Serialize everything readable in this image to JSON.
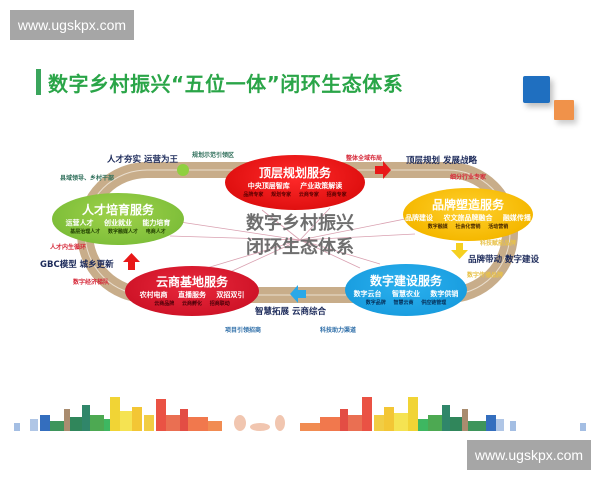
{
  "watermark": {
    "top": "www.ugskpx.com",
    "bottom": "www.ugskpx.com"
  },
  "title": "数字乡村振兴“五位一体”闭环生态体系",
  "center": {
    "line1": "数字乡村振兴",
    "line2": "闭环生态体系"
  },
  "services": {
    "top": {
      "title": "顶层规划服务",
      "row1": "中央顶层智库 产业政策解读",
      "row2": "品牌专家 规划专家 云商专家 招商专家",
      "color": "#e01010"
    },
    "left": {
      "title": "人才培育服务",
      "row1": "运营人才 创业就业 能力培育",
      "row2": "基层治理人才 数字融媒人才 电商人才",
      "color": "#7fbf3a"
    },
    "right": {
      "title": "品牌塑造服务",
      "row1": "品牌建设 农文旅品牌融合 融媒传播",
      "row2": "数字融媒 社会化营销 活动营销",
      "color": "#f5b800"
    },
    "bottom_left": {
      "title": "云商基地服务",
      "row1": "农村电商 直播服务 双招双引",
      "row2": "云商品牌 云商孵化 招商联动",
      "color": "#d01428"
    },
    "bottom_right": {
      "title": "数字建设服务",
      "row1": "数字云台 智慧农业 数字供销",
      "row2": "数字品牌 智慧云商 供应链管理",
      "color": "#1a9ee0"
    }
  },
  "labels": {
    "talent_solid": "人才夯实 运营为王",
    "planning_demo": "规划示范引领区",
    "county_leaders": "县域领导、乡村干部",
    "overall_layout": "整体全域布局",
    "top_strategy": "顶层规划 发展战略",
    "industry_experts": "细分行业专家",
    "tech_brand": "科技赋能品牌",
    "brand_digital": "品牌带动 数字建设",
    "digital_brand": "数字传播品牌",
    "smart_expand": "智慧拓展 云商综合",
    "project_invest": "项目引领招商",
    "tech_channel": "科技助力渠道",
    "talent_cycle": "人才内生循环",
    "gbc_model": "GBC模型 城乡更新",
    "digital_team": "数字经济梯队"
  },
  "colors": {
    "title_green": "#2aa548",
    "track": "#c8ad8a",
    "deco_blue": "#1f6fc0",
    "deco_orange": "#f0924a",
    "watermark_bg": "#a6a6a6"
  }
}
